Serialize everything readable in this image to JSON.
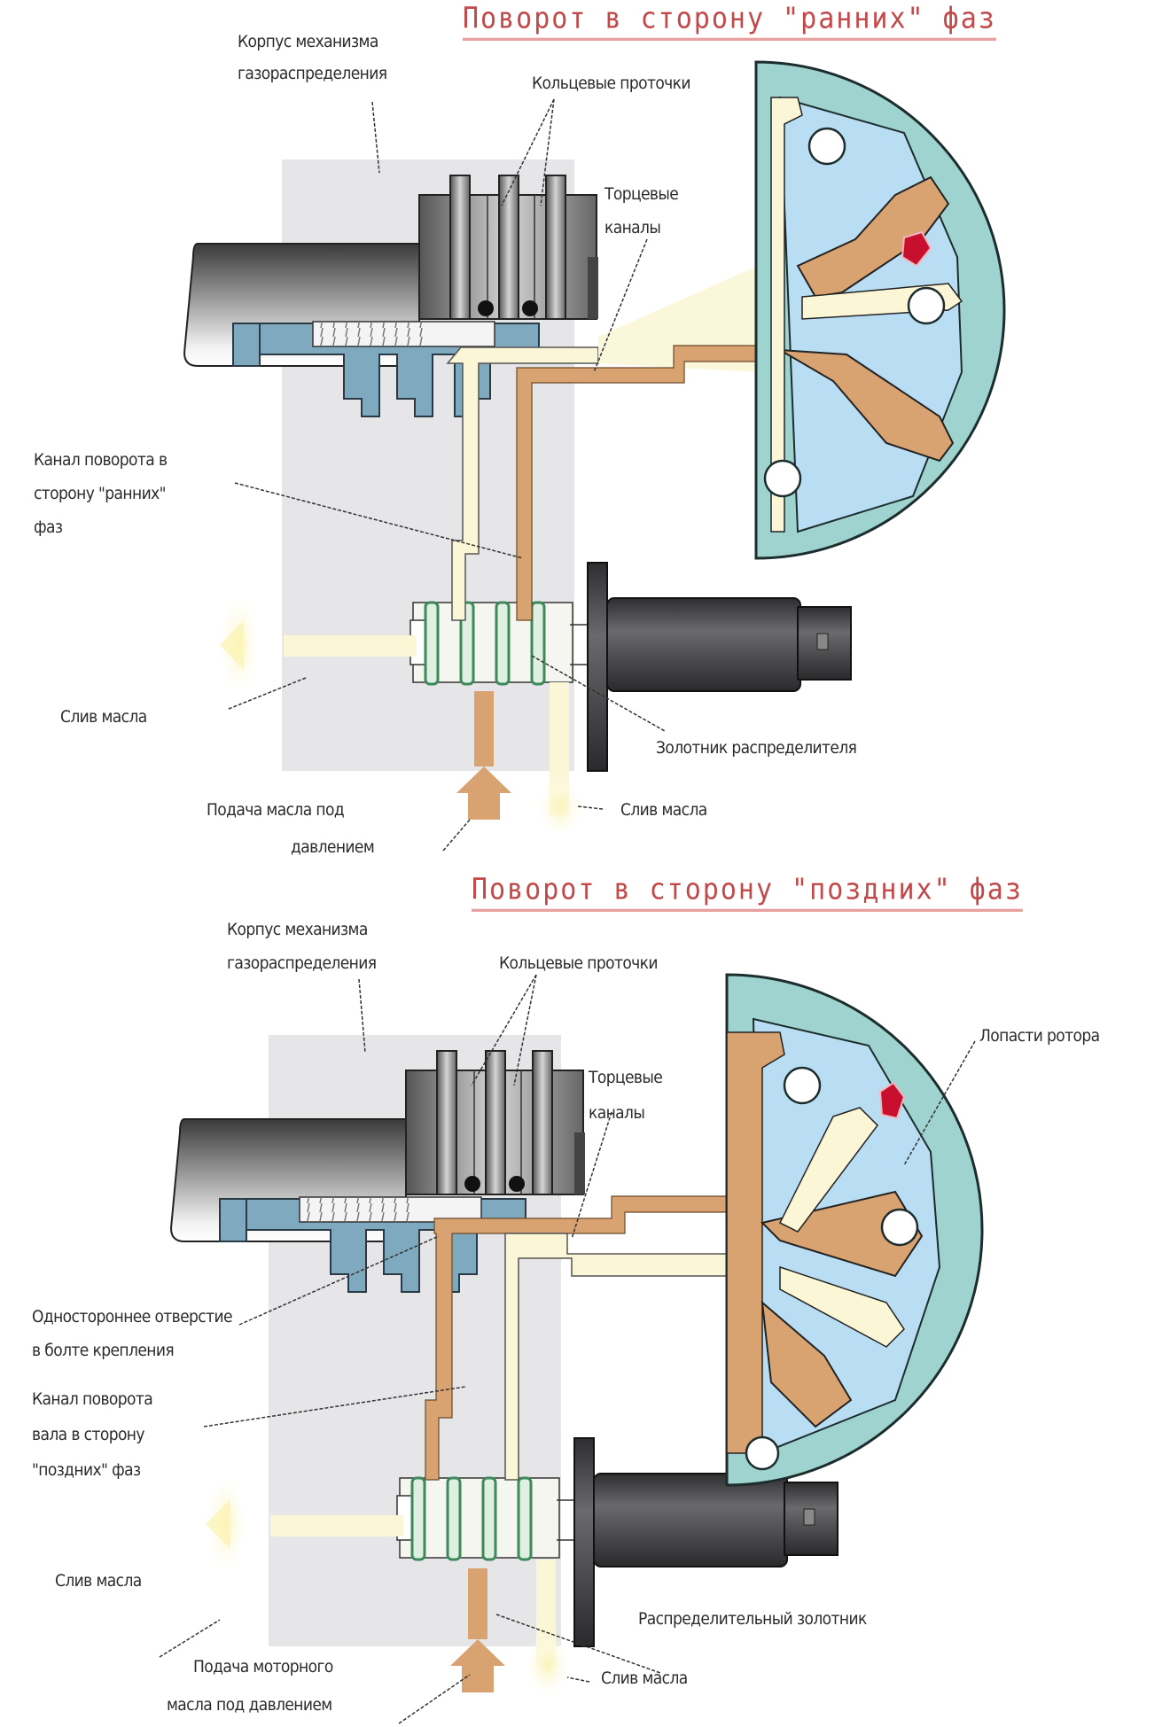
{
  "diagrams": [
    {
      "title": "Поворот в сторону \"ранних\" фаз",
      "labels": {
        "housing_1": "Корпус механизма",
        "housing_2": "газораспределения",
        "grooves": "Кольцевые проточки",
        "end_channels_1": "Торцевые",
        "end_channels_2": "каналы",
        "advance_channel_1": "Канал поворота в",
        "advance_channel_2": "сторону \"ранних\"",
        "advance_channel_3": "фаз",
        "drain_left": "Слив масла",
        "spool": "Золотник распределителя",
        "supply_1": "Подача масла под",
        "supply_2": "давлением",
        "drain_right": "Слив масла"
      }
    },
    {
      "title": "Поворот в сторону \"поздних\" фаз",
      "labels": {
        "housing_1": "Корпус механизма",
        "housing_2": "газораспределения",
        "grooves": "Кольцевые проточки",
        "end_channels_1": "Торцевые",
        "end_channels_2": "каналы",
        "rotor_vanes": "Лопасти ротора",
        "check_hole_1": "Одностороннее отверстие",
        "check_hole_2": "в болте крепления",
        "retard_channel_1": "Канал поворота",
        "retard_channel_2": "вала в сторону",
        "retard_channel_3": "\"поздних\" фаз",
        "drain_left": "Слив масла",
        "spool": "Распределительный золотник",
        "supply_1": "Подача моторного",
        "supply_2": "масла под давлением",
        "drain_right": "Слив масла"
      }
    }
  ],
  "colors": {
    "title": "#c2494a",
    "housing": "#e6e6e8",
    "bolt_blue": "#7fa9bf",
    "oil_pressure": "#d9a271",
    "oil_drain": "#fbf6d6",
    "rotor_outer": "#9ed3cf",
    "rotor_chamber": "#b9def3",
    "arrow_red": "#c8102e",
    "solenoid": "#4a4a4c"
  }
}
